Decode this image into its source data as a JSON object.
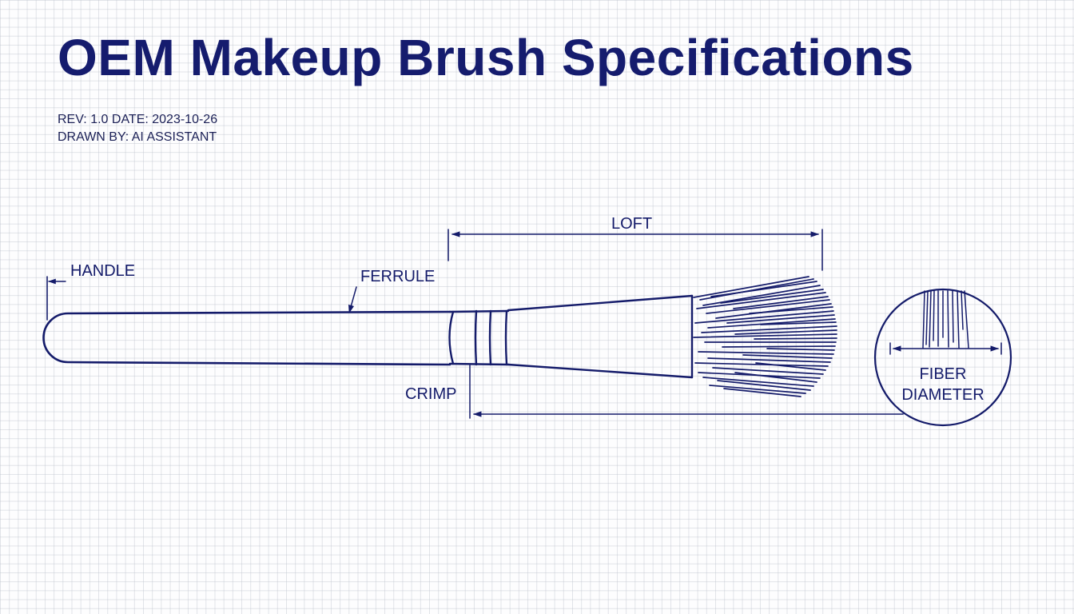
{
  "header": {
    "title": "OEM Makeup Brush Specifications",
    "revision_line": "REV: 1.0 DATE: 2023-10-26",
    "drawn_by_line": "DRAWN BY: AI ASSISTANT"
  },
  "drawing": {
    "labels": {
      "handle": "HANDLE",
      "ferrule": "FERRULE",
      "crimp": "CRIMP",
      "loft": "LOFT",
      "fiber_line1": "FIBER",
      "fiber_line2": "DIAMETER"
    },
    "colors": {
      "ink": "#141b6a",
      "grid": "#c3c8d2",
      "paper": "#fdfdfe"
    }
  }
}
